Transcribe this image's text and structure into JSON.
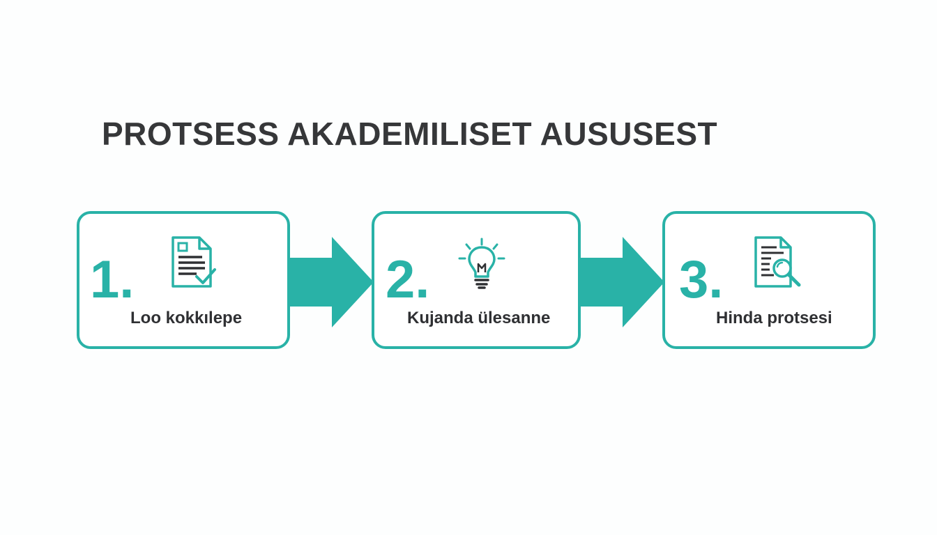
{
  "title": "PROTSESS AKADEMILISET AUSUSEST",
  "accent_color": "#29b2a7",
  "steps": [
    {
      "number": "1.",
      "label": "Loo kokkılepe",
      "icon": "document-check-icon"
    },
    {
      "number": "2.",
      "label": "Kujanda ülesanne",
      "icon": "lightbulb-icon"
    },
    {
      "number": "3.",
      "label": "Hinda protsesi",
      "icon": "document-search-icon"
    }
  ]
}
